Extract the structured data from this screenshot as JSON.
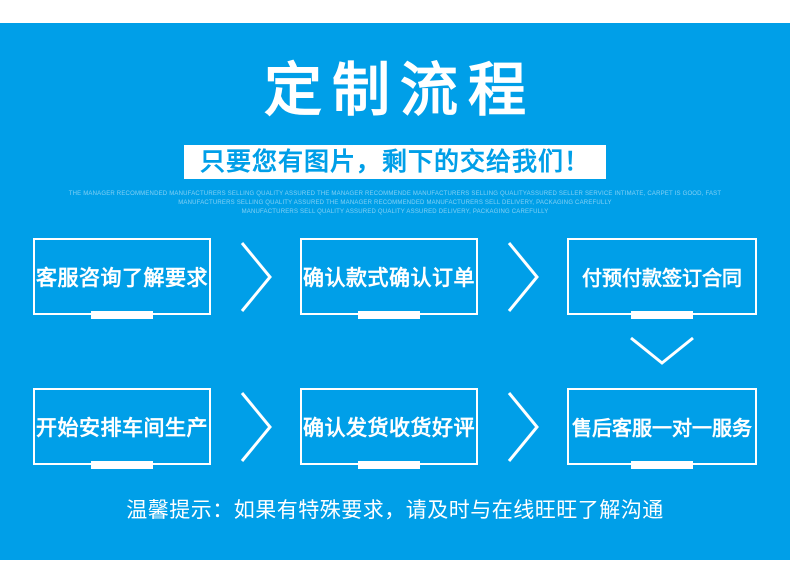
{
  "page": {
    "background_color": "#ffffff"
  },
  "banner": {
    "background_color": "#009fe8",
    "text_color": "#ffffff",
    "title": "定制流程",
    "subtitle": "只要您有图片，剩下的交给我们！",
    "marquee_lines": [
      "THE MANAGER RECOMMENDED MANUFACTURERS SELLING QUALITY ASSURED THE MANAGER RECOMMENDE MANUFACTURERS SELLING QUALITYASSURED SELLER SERVICE INTIMATE, CARPET IS GOOD, FAST",
      "MANUFACTURERS SELLING QUALITY ASSURED THE MANAGER RECOMMENDED MANUFACTURERS SELL DELIVERY, PACKAGING CAREFULLY",
      "MANUFACTURERS SELL QUALITY ASSURED QUALITY ASSURED DELIVERY, PACKAGING CAREFULLY"
    ],
    "tip": "温馨提示：如果有特殊要求，请及时与在线旺旺了解沟通"
  },
  "flow": {
    "steps": [
      {
        "label": "客服咨询了解要求"
      },
      {
        "label": "确认款式确认订单"
      },
      {
        "label": "付预付款签订合同"
      },
      {
        "label": "开始安排车间生产"
      },
      {
        "label": "确认发货收货好评"
      },
      {
        "label": "售后客服一对一服务"
      }
    ],
    "icons": {
      "between_steps": "chevron-right-icon",
      "row_transition": "chevron-down-icon"
    }
  }
}
